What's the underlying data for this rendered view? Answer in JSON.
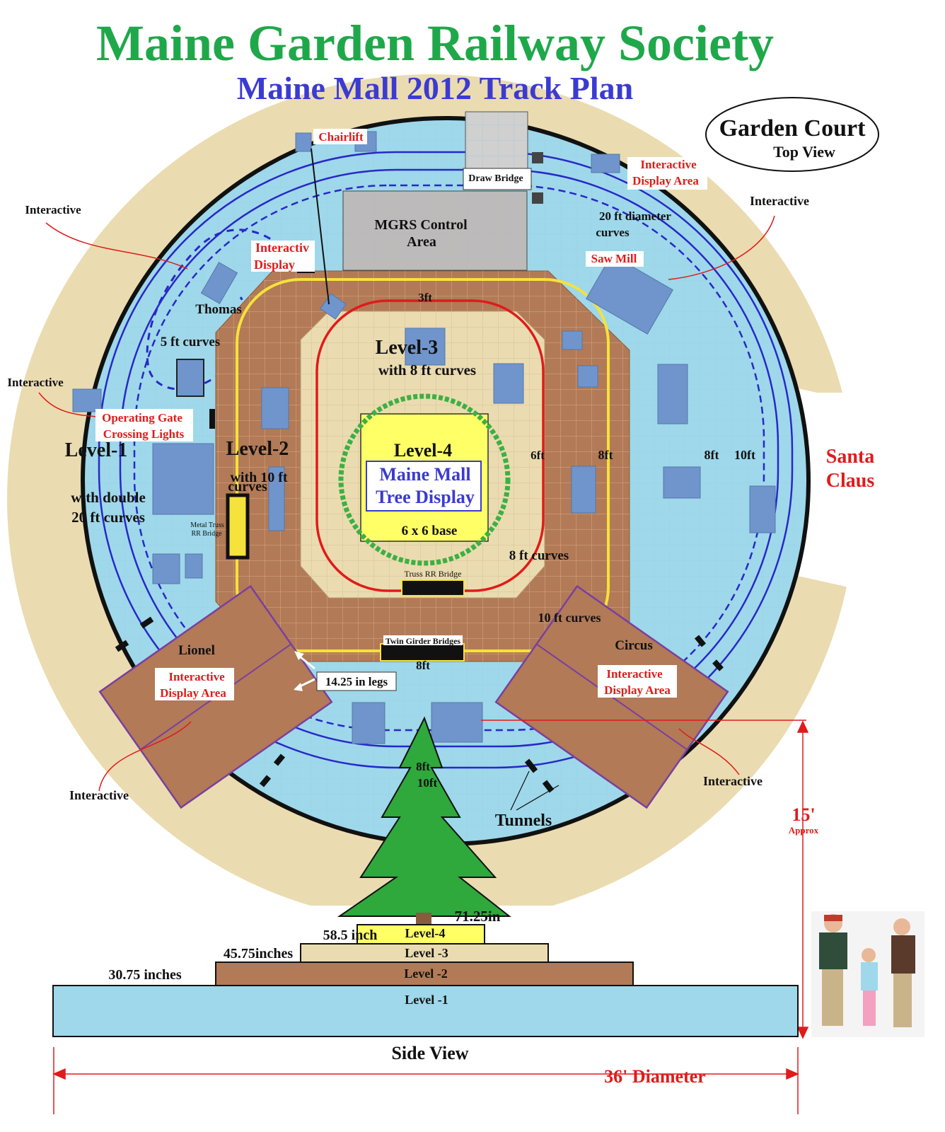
{
  "title": "Maine Garden Railway  Society",
  "subtitle": "Maine Mall 2012 Track Plan",
  "garden_court": {
    "title": "Garden Court",
    "subtitle": "Top View"
  },
  "labels": {
    "chairlift": "Chairlift",
    "draw_bridge": "Draw Bridge",
    "control_area_1": "MGRS Control",
    "control_area_2": "Area",
    "interactive_display_tr_1": "Interactive",
    "interactive_display_tr_2": "Display Area",
    "diameter_curves_1": "20 ft diameter",
    "diameter_curves_2": "curves",
    "saw_mill": "Saw Mill",
    "interactive_display_tl_1": "Interactiv",
    "interactive_display_tl_2": "Display",
    "thomas": "Thomas",
    "five_ft_curves": "5 ft curves",
    "three_ft": "3ft",
    "level3": "Level-3",
    "level3_sub": "with 8 ft curves",
    "operating_gate_1": "Operating Gate",
    "operating_gate_2": "Crossing Lights",
    "level1": "Level-1",
    "level2": "Level-2",
    "level2_sub_1": "with 10 ft",
    "level2_sub_2": "curves",
    "level1_sub_1": "with double",
    "level1_sub_2": "20 ft curves",
    "level4": "Level-4",
    "tree_display_1": "Maine Mall",
    "tree_display_2": "Tree Display",
    "base": "6 x 6 base",
    "six_ft": "6ft",
    "eight_ft_a": "8ft",
    "eight_ft_b": "8ft",
    "ten_ft": "10ft",
    "santa_1": "Santa",
    "santa_2": "Claus",
    "metal_truss_1": "Metal Truss",
    "metal_truss_2": "RR Bridge",
    "truss_rr_bridge": "Truss RR Bridge",
    "eight_ft_curves": "8 ft curves",
    "ten_ft_curves": "10 ft curves",
    "twin_girder": "Twin Girder Bridges",
    "eight_ft_c": "8ft",
    "legs": "14.25 in legs",
    "lionel": "Lionel",
    "circus": "Circus",
    "interactive_display_bl_1": "Interactive",
    "interactive_display_bl_2": "Display Area",
    "interactive_display_br_1": "Interactive",
    "interactive_display_br_2": "Display Area",
    "eight_ft_d": "8ft",
    "ten_ft_b": "10ft",
    "tunnels": "Tunnels",
    "fifteen_1": "15'",
    "fifteen_2": "Approx",
    "interactive": "Interactive"
  },
  "side_view": {
    "title": "Side View",
    "diameter": "36' Diameter",
    "levels": [
      "Level -1",
      "Level -2",
      "Level -3",
      "Level-4"
    ],
    "widths": [
      "30.75 inches",
      "45.75inches",
      "58.5 inch",
      "71.25in"
    ]
  },
  "colors": {
    "water": "#9ed8ea",
    "sand": "#eadcb0",
    "brown": "#b27a56",
    "yellow_track": "#f5e23a",
    "red_track": "#e01b1b",
    "green_title": "#1fa84a",
    "blue_title": "#3b3bd1",
    "track_blue": "#2828c8"
  }
}
